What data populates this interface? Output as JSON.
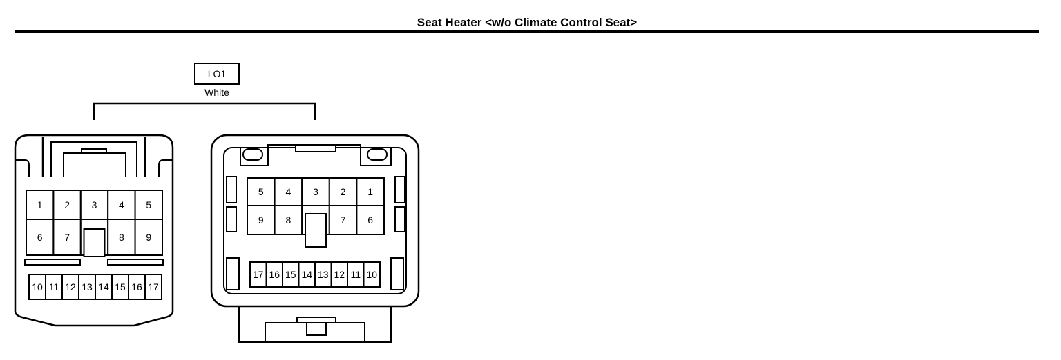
{
  "title": "Seat Heater <w/o Climate Control Seat>",
  "connector": {
    "code": "LO1",
    "color": "White"
  },
  "left_connector": {
    "row1": [
      "1",
      "2",
      "3",
      "4",
      "5"
    ],
    "row2": [
      "6",
      "7",
      "",
      "8",
      "9"
    ],
    "row3": [
      "10",
      "11",
      "12",
      "13",
      "14",
      "15",
      "16",
      "17"
    ]
  },
  "right_connector": {
    "row1": [
      "5",
      "4",
      "3",
      "2",
      "1"
    ],
    "row2": [
      "9",
      "8",
      "",
      "7",
      "6"
    ],
    "row3": [
      "17",
      "16",
      "15",
      "14",
      "13",
      "12",
      "11",
      "10"
    ]
  }
}
